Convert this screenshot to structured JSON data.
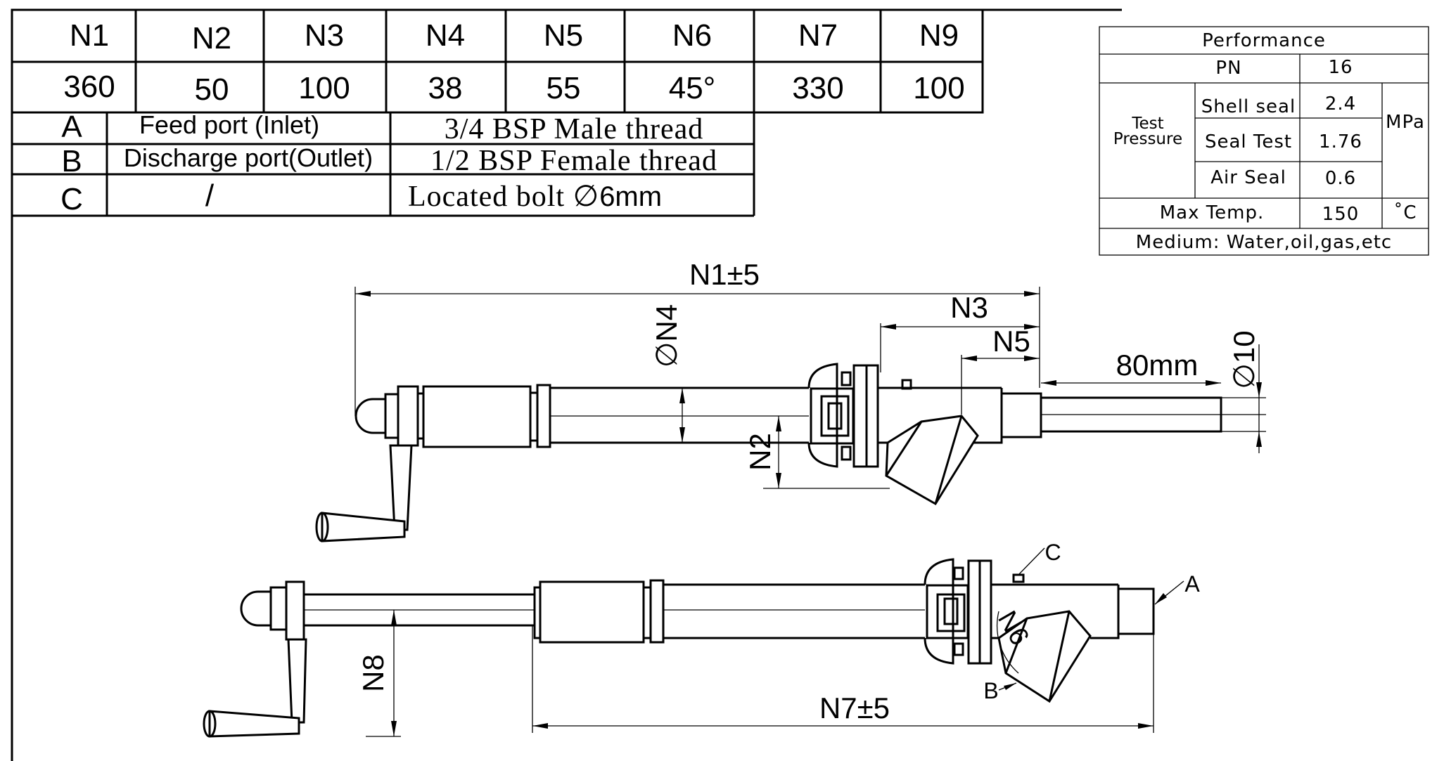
{
  "dimension_table": {
    "headers": [
      "N1",
      "N2",
      "N3",
      "N4",
      "N5",
      "N6",
      "N7",
      "N9"
    ],
    "values": [
      "360",
      "50",
      "100",
      "38",
      "55",
      "45°",
      "330",
      "100"
    ]
  },
  "port_table": [
    {
      "code": "A",
      "name": "Feed port (Inlet)",
      "spec": "3/4 BSP Male thread"
    },
    {
      "code": "B",
      "name": "Discharge port(Outlet)",
      "spec": "1/2 BSP Female thread"
    },
    {
      "code": "C",
      "name": "/",
      "spec_prefix": "Located bolt ∅",
      "spec_suffix": "6mm"
    }
  ],
  "performance": {
    "title": "Performance",
    "pn_label": "PN",
    "pn_value": "16",
    "test_label_1": "Test",
    "test_label_2": "Pressure",
    "rows": [
      {
        "label": "Shell seal",
        "value": "2.4"
      },
      {
        "label": "Seal Test",
        "value": "1.76"
      },
      {
        "label": "Air Seal",
        "value": "0.6"
      }
    ],
    "pressure_unit": "MPa",
    "max_temp_label": "Max Temp.",
    "max_temp_value": "150",
    "temp_unit": "˚C",
    "medium": "Medium: Water,oil,gas,etc"
  },
  "drawing_labels": {
    "n1": "N1±5",
    "n3": "N3",
    "n4": "∅N4",
    "n5": "N5",
    "n2": "N2",
    "len80": "80mm",
    "dia10": "∅10",
    "n7": "N7±5",
    "n8": "N8",
    "n6": "N6",
    "port_a": "A",
    "port_b": "B",
    "port_c": "C"
  }
}
